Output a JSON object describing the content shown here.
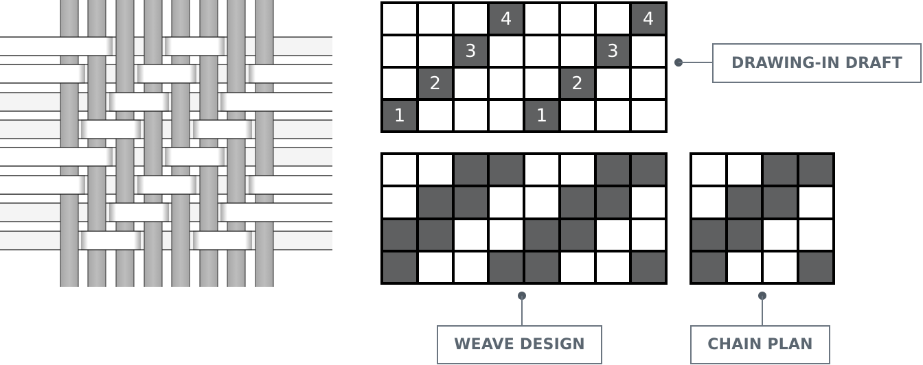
{
  "labels": {
    "drawing_in_draft": "DRAWING-IN DRAFT",
    "weave_design": "WEAVE DESIGN",
    "chain_plan": "CHAIN PLAN"
  },
  "colors": {
    "filled_cell": "#5f6061",
    "grid_line": "#000000",
    "label_text": "#5b6670",
    "label_border": "#6b7580"
  },
  "drawing_in_draft": {
    "rows": [
      [
        "",
        "",
        "",
        "4",
        "",
        "",
        "",
        "4"
      ],
      [
        "",
        "",
        "3",
        "",
        "",
        "",
        "3",
        ""
      ],
      [
        "",
        "2",
        "",
        "",
        "",
        "2",
        "",
        ""
      ],
      [
        "1",
        "",
        "",
        "",
        "1",
        "",
        "",
        ""
      ]
    ]
  },
  "weave_design": {
    "rows": [
      [
        0,
        0,
        1,
        1,
        0,
        0,
        1,
        1
      ],
      [
        0,
        1,
        1,
        0,
        0,
        1,
        1,
        0
      ],
      [
        1,
        1,
        0,
        0,
        1,
        1,
        0,
        0
      ],
      [
        1,
        0,
        0,
        1,
        1,
        0,
        0,
        1
      ]
    ]
  },
  "chain_plan": {
    "rows": [
      [
        0,
        0,
        1,
        1
      ],
      [
        0,
        1,
        1,
        0
      ],
      [
        1,
        1,
        0,
        0
      ],
      [
        1,
        0,
        0,
        1
      ]
    ]
  }
}
